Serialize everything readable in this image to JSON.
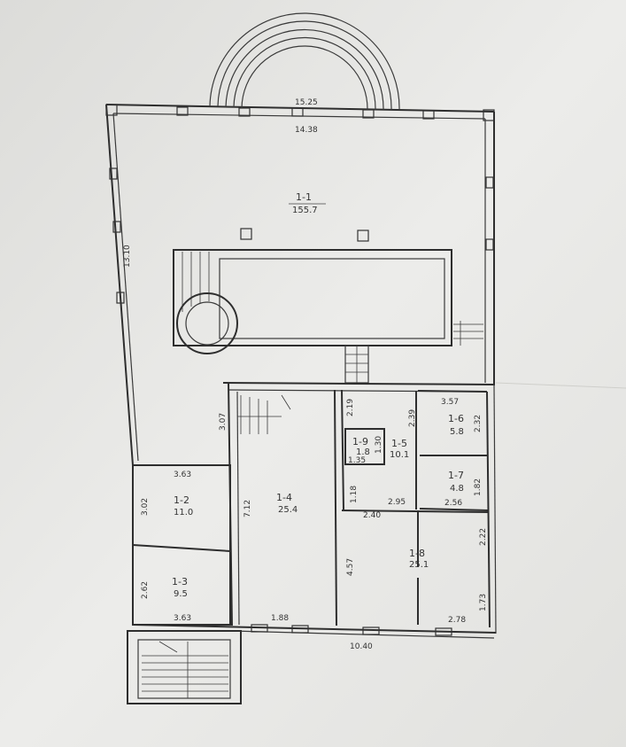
{
  "plan": {
    "top_dims": {
      "outer": "15.25",
      "inner": "14.38"
    },
    "left_dim": "13.10",
    "bottom_dim": "10.40",
    "rooms": [
      {
        "id": "r1-1",
        "label": "1-1",
        "area": "155.7"
      },
      {
        "id": "r1-2",
        "label": "1-2",
        "area": "11.0"
      },
      {
        "id": "r1-3",
        "label": "1-3",
        "area": "9.5"
      },
      {
        "id": "r1-4",
        "label": "1-4",
        "area": "25.4"
      },
      {
        "id": "r1-5",
        "label": "1-5",
        "area": "10.1"
      },
      {
        "id": "r1-6",
        "label": "1-6",
        "area": "5.8"
      },
      {
        "id": "r1-7",
        "label": "1-7",
        "area": "4.8"
      },
      {
        "id": "r1-8",
        "label": "1-8",
        "area": "25.1"
      },
      {
        "id": "r1-9",
        "label": "1-9",
        "area": "1.8"
      }
    ],
    "dims": {
      "d_363a": "3.63",
      "d_302": "3.02",
      "d_262": "2.62",
      "d_363b": "3.63",
      "d_307": "3.07",
      "d_712": "7.12",
      "d_188": "1.88",
      "d_118": "1.18",
      "d_219": "2.19",
      "d_239": "2.39",
      "d_135": "1.35",
      "d_130": "1.30",
      "d_295": "2.95",
      "d_240": "2.40",
      "d_357": "3.57",
      "d_232": "2.32",
      "d_182": "1.82",
      "d_256": "2.56",
      "d_457": "4.57",
      "d_222": "2.22",
      "d_173": "1.73",
      "d_278": "2.78"
    }
  }
}
